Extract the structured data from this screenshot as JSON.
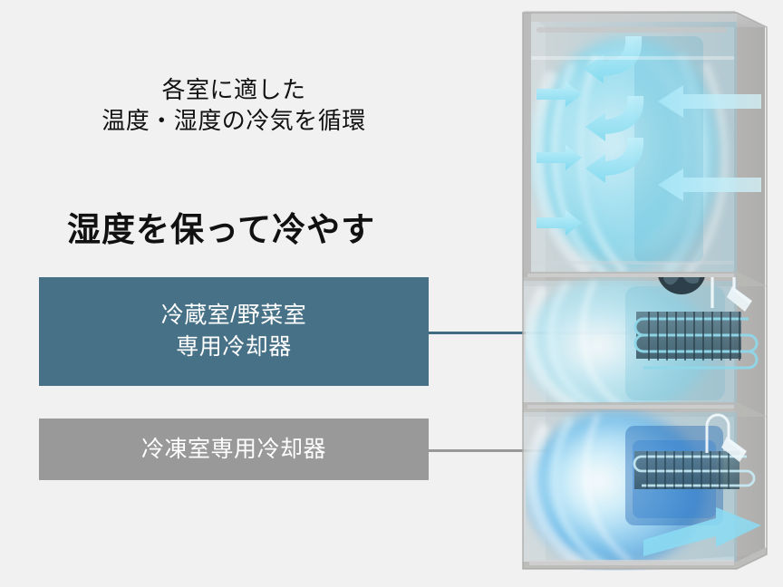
{
  "background_color": "#f1f1f1",
  "subhead": {
    "text": "各室に適した\n温度・湿度の冷気を循環",
    "color": "#121212"
  },
  "headline": {
    "text": "湿度を保って冷やす",
    "color": "#111111"
  },
  "callouts": [
    {
      "id": "fridge-vegetable-cooler",
      "text": "冷蔵室/野菜室\n専用冷却器",
      "background_color": "#477187",
      "text_color": "#ffffff",
      "leader_color": "#3f6c83"
    },
    {
      "id": "freezer-cooler",
      "text": "冷凍室専用冷却器",
      "background_color": "#999999",
      "text_color": "#ffffff",
      "leader_color": "#999999"
    }
  ],
  "illustration": {
    "name": "cutaway-refrigerator-airflow",
    "description": "三室構造の冷蔵庫の透視図、冷気の流れを水色の矢印と気流で表現",
    "compartments": [
      "refrigerator",
      "vegetable",
      "freezer"
    ],
    "airflow_color": "#9fe4f2",
    "body_color": "#b6b6b6",
    "cool_tint": "#7fd8ee",
    "freezer_tint": "#2f7fd0",
    "parts": [
      "fan-icon",
      "refrigerator-evaporator-coil",
      "freezer-evaporator-coil",
      "sensor-tube"
    ]
  }
}
